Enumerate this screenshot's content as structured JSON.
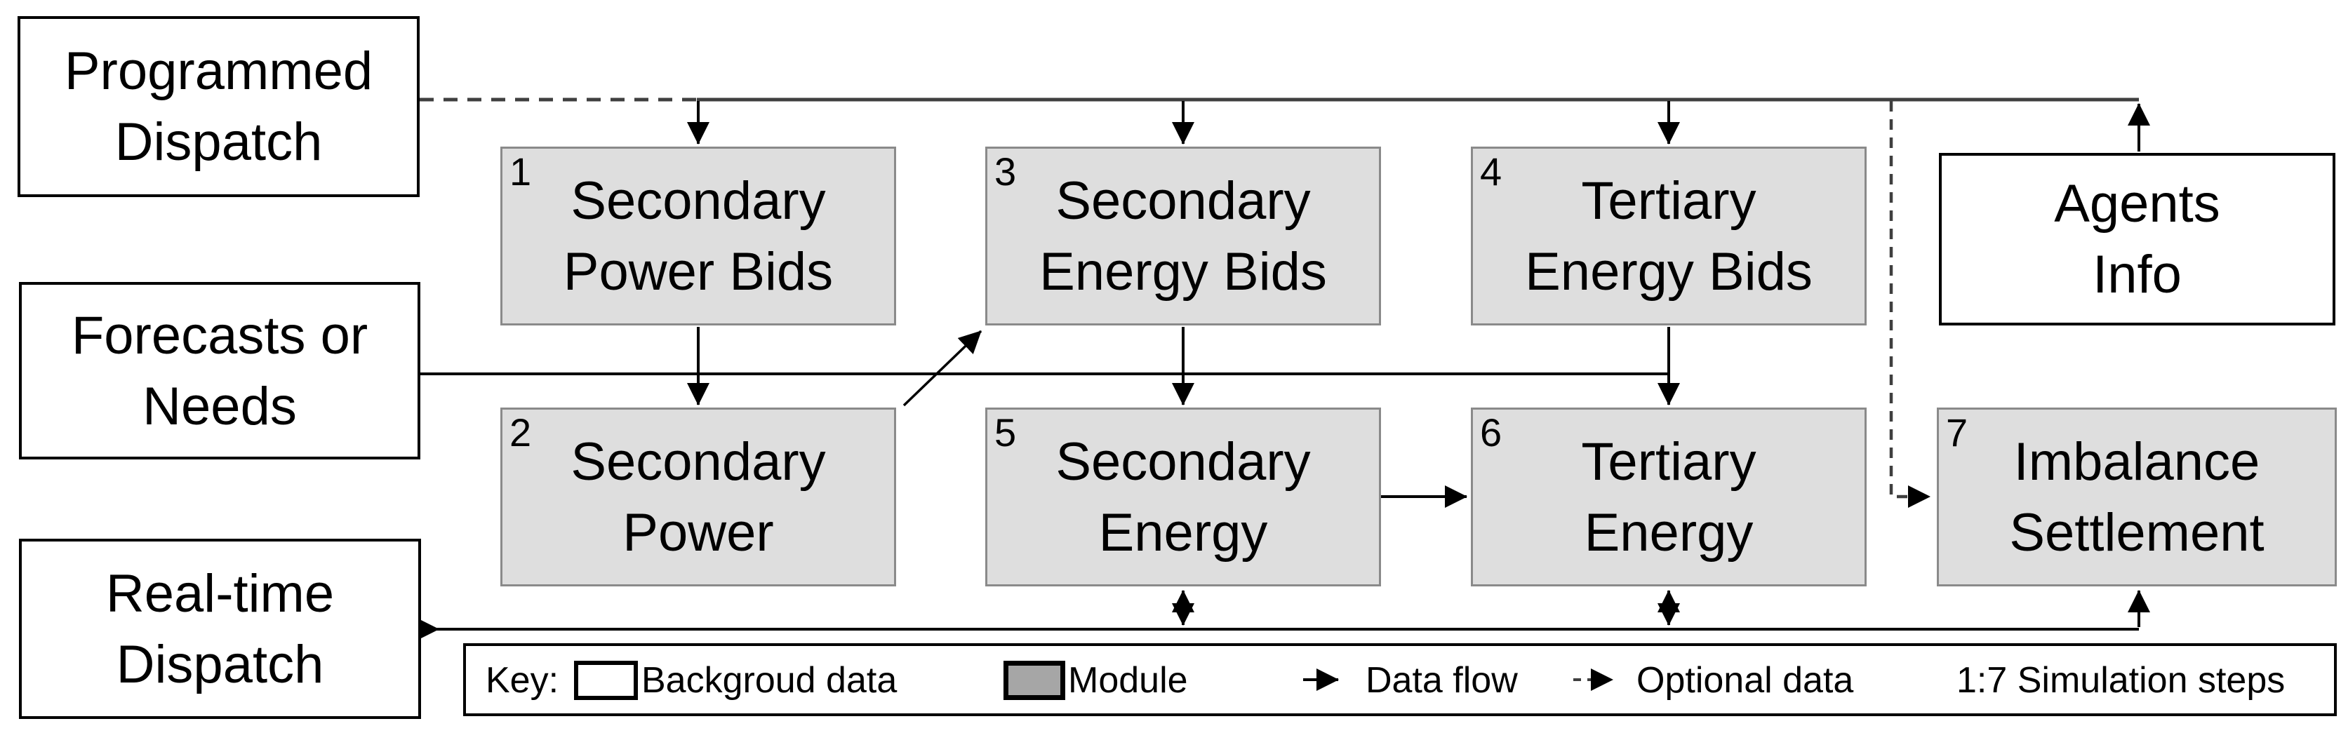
{
  "sources": {
    "programmed_dispatch": {
      "line1": "Programmed",
      "line2": "Dispatch"
    },
    "forecasts_needs": {
      "line1": "Forecasts or",
      "line2": "Needs"
    },
    "realtime_dispatch": {
      "line1": "Real-time",
      "line2": "Dispatch"
    },
    "agents_info": {
      "line1": "Agents",
      "line2": "Info"
    }
  },
  "modules": [
    {
      "number": "1",
      "line1": "Secondary",
      "line2": "Power Bids"
    },
    {
      "number": "2",
      "line1": "Secondary",
      "line2": "Power"
    },
    {
      "number": "3",
      "line1": "Secondary",
      "line2": "Energy Bids"
    },
    {
      "number": "4",
      "line1": "Tertiary",
      "line2": "Energy Bids"
    },
    {
      "number": "5",
      "line1": "Secondary",
      "line2": "Energy"
    },
    {
      "number": "6",
      "line1": "Tertiary",
      "line2": "Energy"
    },
    {
      "number": "7",
      "line1": "Imbalance",
      "line2": "Settlement"
    }
  ],
  "legend": {
    "key_label": "Key:",
    "background_data_label": "Backgroud data",
    "module_label": "Module",
    "data_flow_label": "Data flow",
    "optional_data_label": "Optional data",
    "steps_label": "1:7 Simulation steps"
  },
  "colors": {
    "module_fill": "#dedede",
    "module_border": "#8a8a8a",
    "box_border": "#000000",
    "line_dark": "#3f3f3f",
    "arrow": "#000000"
  }
}
